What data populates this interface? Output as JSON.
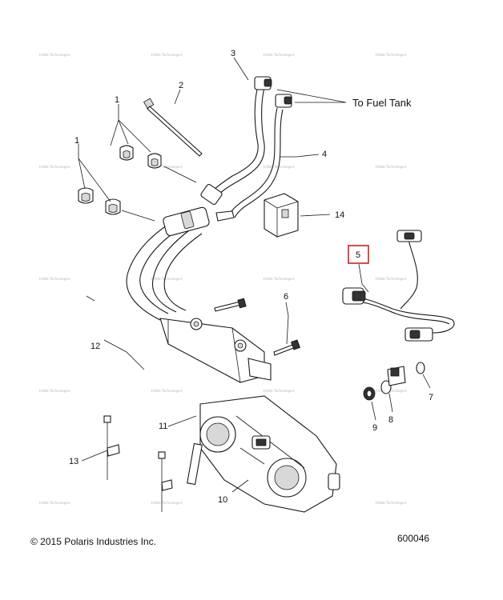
{
  "callouts": {
    "c1a": "1",
    "c1b": "1",
    "c2": "2",
    "c3": "3",
    "c4": "4",
    "c5": "5",
    "c6": "6",
    "c7": "7",
    "c8": "8",
    "c9": "9",
    "c10": "10",
    "c11": "11",
    "c12": "12",
    "c13": "13",
    "c14": "14"
  },
  "fuel_tank_label": "To Fuel Tank",
  "copyright": "© 2015 Polaris Industries Inc.",
  "diagram_number": "600046",
  "watermark": "©Walt Technologies",
  "highlight_color": "#d42020"
}
